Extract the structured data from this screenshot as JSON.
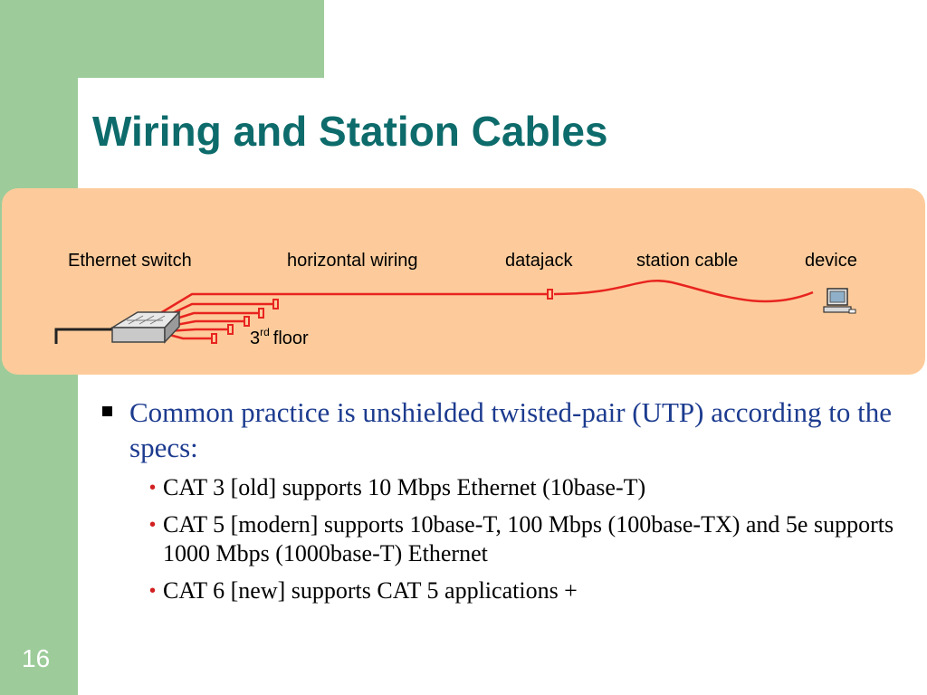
{
  "title": "Wiring and Station Cables",
  "diagram": {
    "labels": {
      "switch": "Ethernet switch",
      "wiring": "horizontal wiring",
      "datajack": "datajack",
      "station": "station cable",
      "device": "device"
    },
    "floor": {
      "number": "3",
      "suffix": "rd",
      "word": "floor"
    },
    "colors": {
      "cable": "#e8241f",
      "panel": "#fdcb9b"
    },
    "icons": [
      "ethernet-switch-icon",
      "computer-icon",
      "connector-icon"
    ]
  },
  "bullets": {
    "main": "Common practice is unshielded twisted-pair (UTP) according to the specs:",
    "sub": [
      "CAT 3 [old] supports 10 Mbps Ethernet (10base-T)",
      "CAT 5 [modern] supports 10base-T, 100 Mbps (100base-TX) and 5e supports 1000 Mbps (1000base-T) Ethernet",
      "CAT 6 [new] supports CAT 5 applications +"
    ]
  },
  "slide_number": "16",
  "theme": {
    "green": "#9dcc9a",
    "title_color": "#0d6b6b",
    "main_text_color": "#1c3b8f",
    "bullet_color": "#d21f1f"
  }
}
